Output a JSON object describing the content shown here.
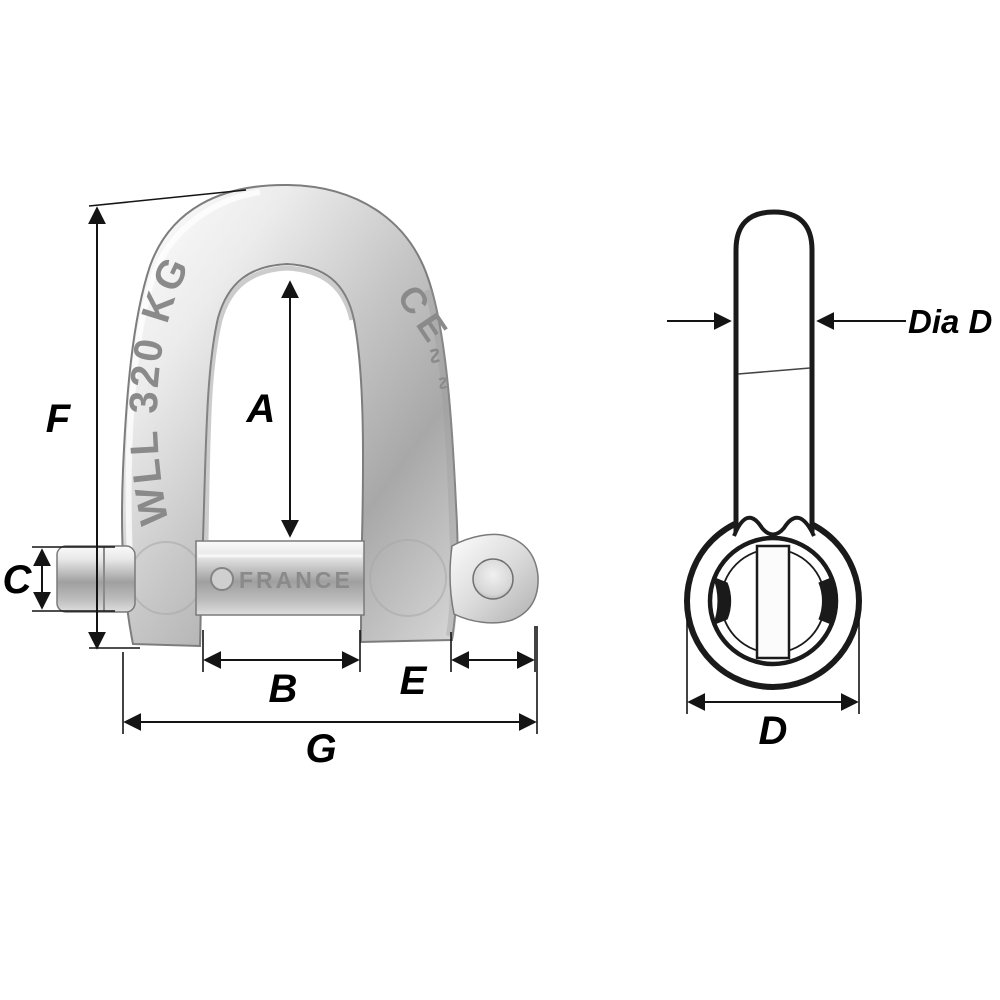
{
  "diagram": {
    "dimensions": {
      "F": "F",
      "A": "A",
      "C": "C",
      "B": "B",
      "E": "E",
      "G": "G",
      "dia_d": "Dia D",
      "D": "D"
    },
    "markings": {
      "wll": "WLL 320 KG",
      "ce": "CE",
      "wave": "∿",
      "brand": "FRANCE"
    },
    "colors": {
      "line": "#141414",
      "label": "#000000",
      "metal_light": "#f7f7f7",
      "metal_mid": "#c2c2c2",
      "metal_dark": "#8e8e8e"
    }
  }
}
